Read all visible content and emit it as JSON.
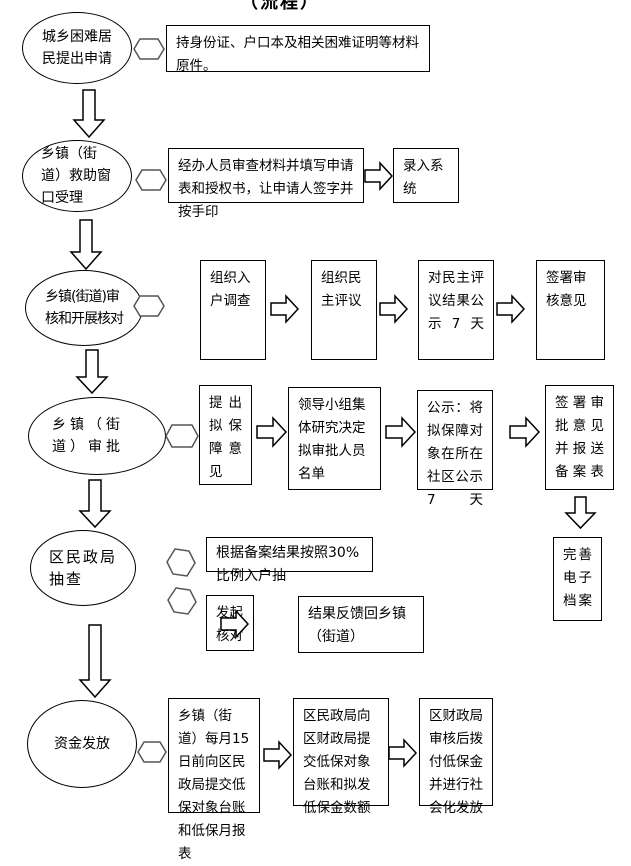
{
  "title": "（流程）",
  "steps": [
    {
      "label": "城乡困难居民提出申请",
      "actions": [
        {
          "text": "持身份证、户口本及相关困难证明等材料原件。"
        }
      ]
    },
    {
      "label": "乡镇（街道）救助窗口受理",
      "actions": [
        {
          "text": "经办人员审查材料并填写申请表和授权书，让申请人签字并按手印"
        },
        {
          "text": "录入系统"
        }
      ]
    },
    {
      "label": "乡镇(街道)审核和开展核对",
      "actions": [
        {
          "text": "组织入户调查"
        },
        {
          "text": "组织民主评议"
        },
        {
          "text": "对民主评议结果公示7天"
        },
        {
          "text": "签署审核意见"
        }
      ]
    },
    {
      "label": "乡镇（街道）审批",
      "actions": [
        {
          "text": "提出拟保障意见"
        },
        {
          "text": "领导小组集体研究决定拟审批人员名单"
        },
        {
          "text": "公示：将拟保障对象在所在社区公示7天"
        },
        {
          "text": "签署审批意见并报送备案表"
        },
        {
          "text": "完善电子档案"
        }
      ]
    },
    {
      "label": "区民政局抽查",
      "actions": [
        {
          "text": "根据备案结果按照30%比例入户抽"
        },
        {
          "text": "发起核对"
        },
        {
          "text": "结果反馈回乡镇（街道）"
        }
      ]
    },
    {
      "label": "资金发放",
      "actions": [
        {
          "text": "乡镇（街道）每月15日前向区民政局提交低保对象台账和低保月报表"
        },
        {
          "text": "区民政局向区财政局提交低保对象台账和拟发低保金数额"
        },
        {
          "text": "区财政局审核后拨付低保金并进行社会化发放"
        }
      ]
    }
  ]
}
